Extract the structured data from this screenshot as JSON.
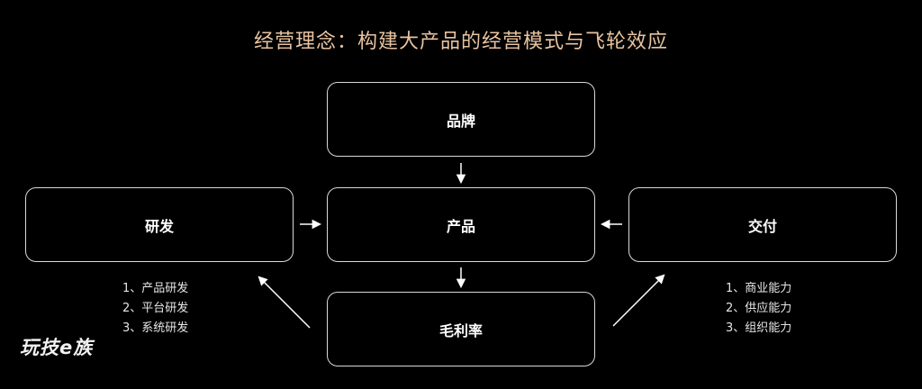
{
  "title": "经营理念：构建大产品的经营模式与飞轮效应",
  "nodes": {
    "brand": "品牌",
    "product": "产品",
    "margin": "毛利率",
    "rd": "研发",
    "delivery": "交付"
  },
  "rd_items": [
    "1、产品研发",
    "2、平台研发",
    "3、系统研发"
  ],
  "delivery_items": [
    "1、商业能力",
    "2、供应能力",
    "3、组织能力"
  ],
  "watermark": "玩技e族",
  "colors": {
    "background": "#000000",
    "title": "#e8c4a0",
    "border": "#d9d9d9",
    "text": "#ffffff"
  }
}
